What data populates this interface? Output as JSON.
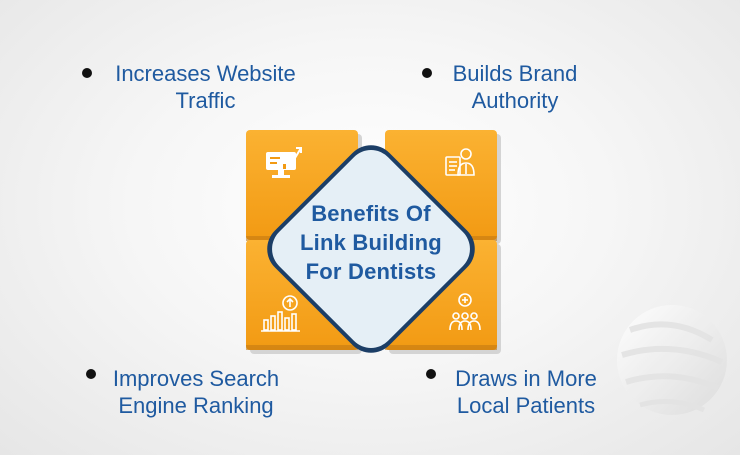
{
  "center": {
    "title_lines": [
      "Benefits Of",
      "Link Building",
      "For Dentists"
    ]
  },
  "benefits": {
    "top_left": {
      "lines": [
        "Increases Website",
        "Traffic"
      ],
      "icon": "monitor-growth-icon"
    },
    "top_right": {
      "lines": [
        "Builds Brand",
        "Authority"
      ],
      "icon": "doctor-certificate-icon"
    },
    "bottom_left": {
      "lines": [
        "Improves Search",
        "Engine Ranking"
      ],
      "icon": "rank-up-chart-icon"
    },
    "bottom_right": {
      "lines": [
        "Draws in More",
        "Local Patients"
      ],
      "icon": "patients-group-icon"
    }
  },
  "colors": {
    "tile_orange": "#f7a21b",
    "tile_dark": "#c37913",
    "text_blue": "#1f5aa0",
    "diamond_fill": "#e5eff6",
    "diamond_stroke": "#1c3e66"
  }
}
